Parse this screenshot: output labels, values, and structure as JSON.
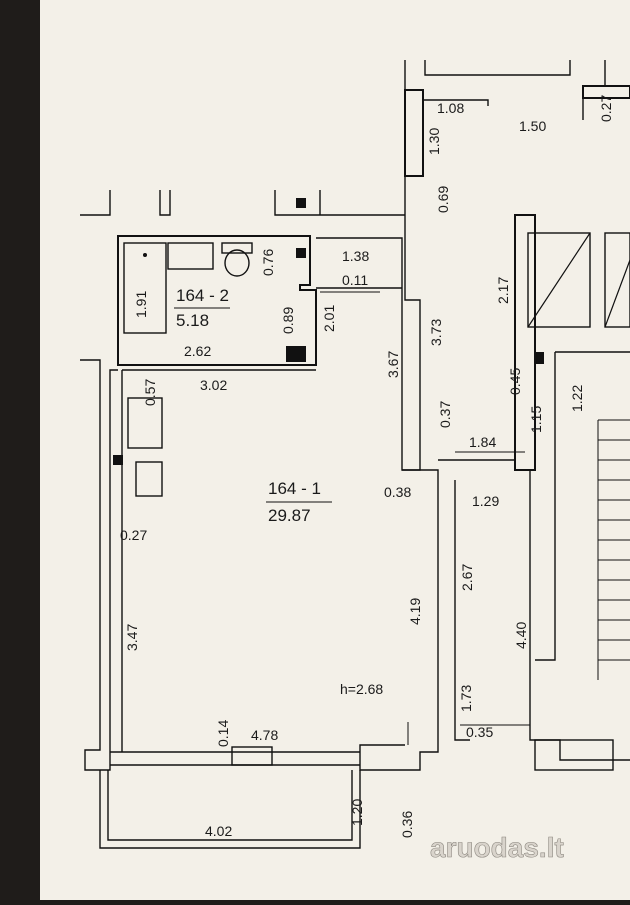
{
  "rooms": [
    {
      "id": "164 - 2",
      "area": "5.18"
    },
    {
      "id": "164 - 1",
      "area": "29.87"
    }
  ],
  "ceiling_height": "h=2.68",
  "dimensions": {
    "d108": "1.08",
    "d150": "1.50",
    "d027a": "0.27",
    "d130": "1.30",
    "d069": "0.69",
    "d191": "1.91",
    "d076": "0.76",
    "d138": "1.38",
    "d011": "0.11",
    "d089": "0.89",
    "d201": "2.01",
    "d262": "2.62",
    "d373": "3.73",
    "d367": "3.67",
    "d217": "2.17",
    "d045": "0.45",
    "d122": "1.22",
    "d057": "0.57",
    "d302": "3.02",
    "d037": "0.37",
    "d184": "1.84",
    "d115": "1.15",
    "d038": "0.38",
    "d129": "1.29",
    "d027b": "0.27",
    "d267": "2.67",
    "d440": "4.40",
    "d347": "3.47",
    "d419": "4.19",
    "d173": "1.73",
    "d014": "0.14",
    "d478": "4.78",
    "d035": "0.35",
    "d120": "1.20",
    "d036": "0.36",
    "d402": "4.02"
  },
  "watermark": "aruodas.lt",
  "colors": {
    "paper": "#f3f0e8",
    "ink": "#111111",
    "background": "#1f1c1a"
  }
}
